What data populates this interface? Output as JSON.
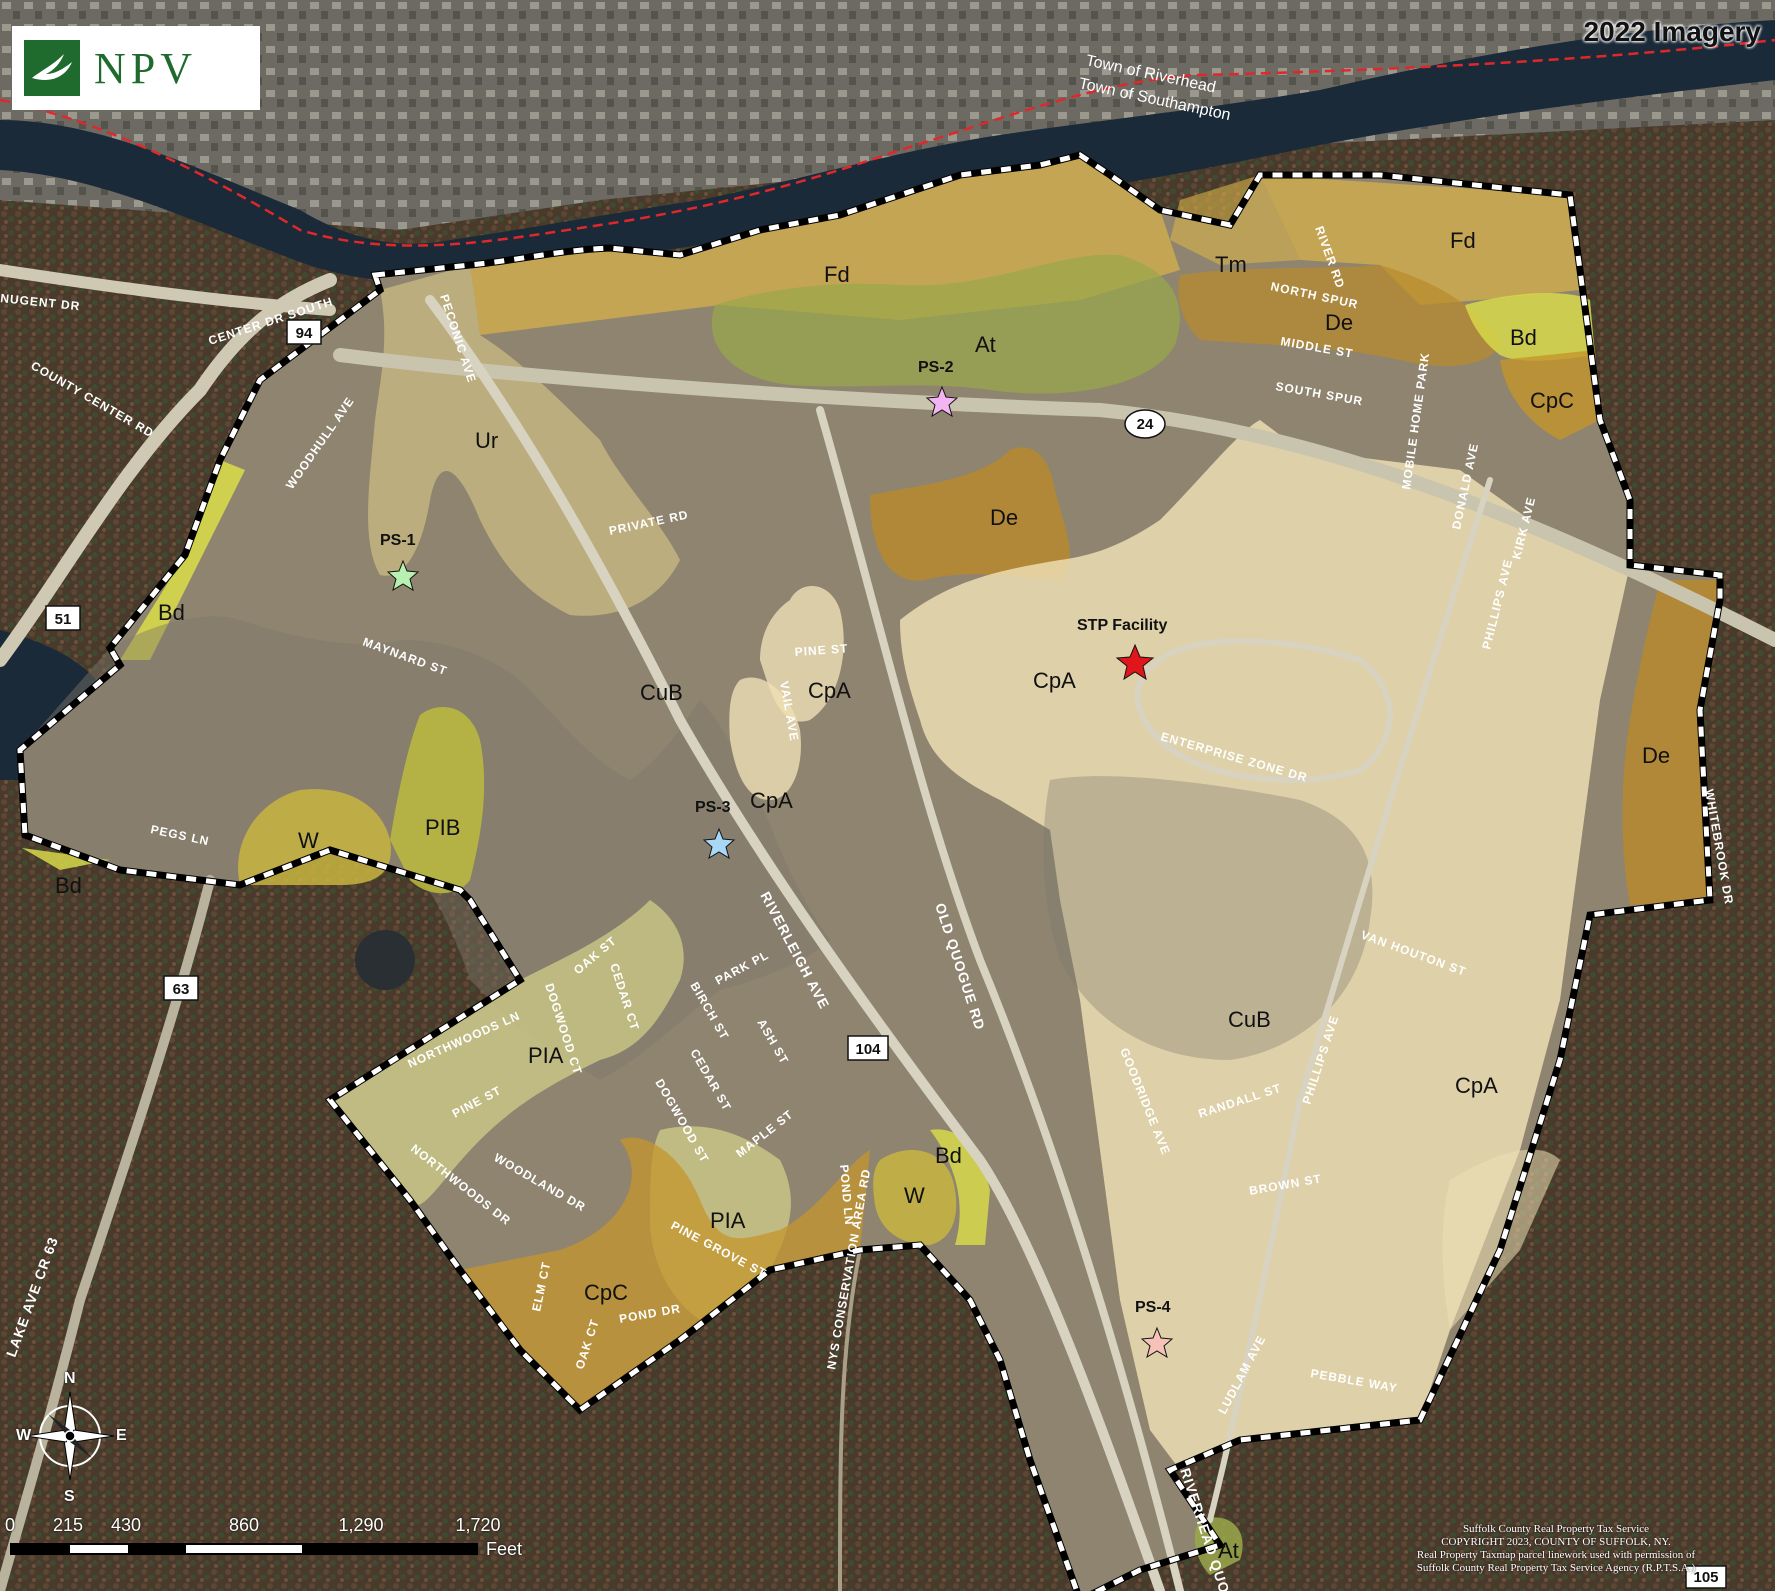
{
  "logo": {
    "text": "NPV",
    "brand_color": "#1f6b2e"
  },
  "imagery_label": "2022 Imagery",
  "town_lines": [
    "Town of Riverhead",
    "Town of Southampton"
  ],
  "soil_zones": [
    {
      "code": "Fd",
      "color": "#d9b24a"
    },
    {
      "code": "Fd",
      "color": "#d9b24a"
    },
    {
      "code": "Tm",
      "color": "#d9b24a"
    },
    {
      "code": "At",
      "color": "#9aa84a"
    },
    {
      "code": "De",
      "color": "#b98a2b"
    },
    {
      "code": "Bd",
      "color": "#d6d84a"
    },
    {
      "code": "CpC",
      "color": "#c4952c"
    },
    {
      "code": "Ur",
      "color": "#e2d08a"
    },
    {
      "code": "De",
      "color": "#b98a2b"
    },
    {
      "code": "Bd",
      "color": "#d6d84a"
    },
    {
      "code": "CuB",
      "color": "#7e776a"
    },
    {
      "code": "CpA",
      "color": "#efe0b5"
    },
    {
      "code": "CpA",
      "color": "#efe0b5"
    },
    {
      "code": "CpA",
      "color": "#efe0b5"
    },
    {
      "code": "De",
      "color": "#b98a2b"
    },
    {
      "code": "W",
      "color": "#c8b540"
    },
    {
      "code": "PIB",
      "color": "#bcbb3e"
    },
    {
      "code": "Bd",
      "color": "#d6d84a"
    },
    {
      "code": "PIA",
      "color": "#d6d38a"
    },
    {
      "code": "PIA",
      "color": "#d6d38a"
    },
    {
      "code": "W",
      "color": "#c8b540"
    },
    {
      "code": "Bd",
      "color": "#d6d84a"
    },
    {
      "code": "CpC",
      "color": "#c4952c"
    },
    {
      "code": "CuB",
      "color": "#7e776a"
    },
    {
      "code": "CpA",
      "color": "#efe0b5"
    },
    {
      "code": "At",
      "color": "#9aa84a"
    }
  ],
  "pump_stations": [
    {
      "label": "PS-1",
      "color": "#b7f0b0"
    },
    {
      "label": "PS-2",
      "color": "#f2b4f2"
    },
    {
      "label": "PS-3",
      "color": "#a8d8f5"
    },
    {
      "label": "PS-4",
      "color": "#f6c2b8"
    }
  ],
  "facility": {
    "label": "STP Facility",
    "color": "#e0161b"
  },
  "route_shields": [
    "94",
    "24",
    "51",
    "63",
    "104",
    "105"
  ],
  "streets": [
    "NUGENT DR",
    "CENTER DR SOUTH",
    "COUNTY CENTER RD",
    "PECONIC AVE",
    "WOODHULL AVE",
    "PRIVATE RD",
    "MAYNARD ST",
    "PINE ST",
    "VAIL AVE",
    "PEGS LN",
    "RIVERLEIGH AVE",
    "OLD QUOGUE RD",
    "ENTERPRISE ZONE DR",
    "NORTH SPUR",
    "RIVER RD",
    "MIDDLE ST",
    "SOUTH SPUR",
    "MOBILE HOME PARK",
    "DONALD AVE",
    "PHILLIPS AVE",
    "KIRK AVE",
    "WHITEBROOK DR",
    "VAN HOUTON ST",
    "GOODRIDGE AVE",
    "RANDALL ST",
    "PHILLIPS AVE",
    "BROWN ST",
    "LUDLAM AVE",
    "PEBBLE WAY",
    "OAK ST",
    "CEDAR CT",
    "DOGWOOD CT",
    "PARK PL",
    "BIRCH ST",
    "ASH ST",
    "CEDAR ST",
    "DOGWOOD ST",
    "MAPLE ST",
    "NORTHWOODS LN",
    "PINE ST",
    "NORTHWOODS DR",
    "WOODLAND DR",
    "POND LN",
    "PINE GROVE ST",
    "ELM CT",
    "POND DR",
    "OAK CT",
    "NYS CONSERVATION AREA RD",
    "LAKE AVE CR 63",
    "RIVERHEAD QUOGUE"
  ],
  "compass": {
    "n": "N",
    "s": "S",
    "e": "E",
    "w": "W"
  },
  "scale_bar": {
    "ticks": [
      "0",
      "215",
      "430",
      "860",
      "1,290",
      "1,720"
    ],
    "unit": "Feet"
  },
  "copyright": [
    "Suffolk County Real Property Tax Service",
    "COPYRIGHT 2023, COUNTY OF SUFFOLK, NY.",
    "Real Property Taxmap parcel linework used with permission of",
    "Suffolk County Real Property Tax Service Agency (R.P.T.S.A.)"
  ]
}
